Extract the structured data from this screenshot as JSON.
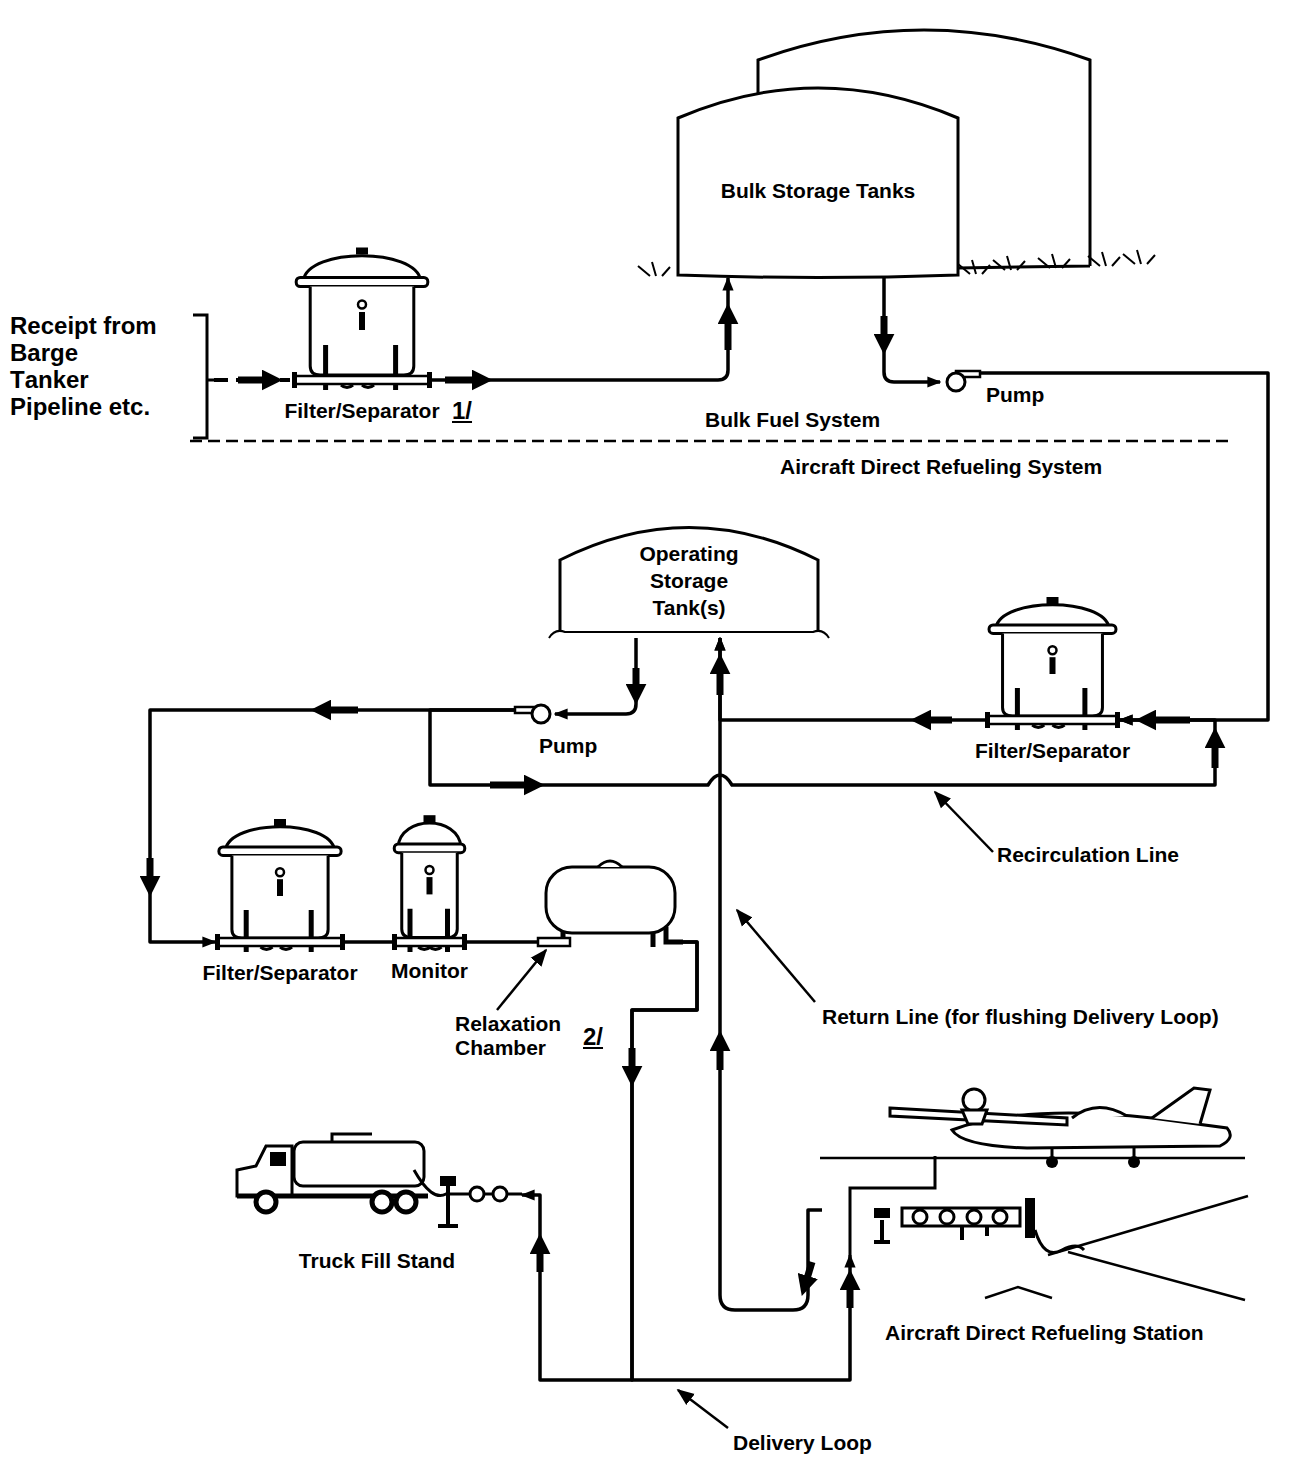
{
  "diagram": {
    "nodes": [
      {
        "text": [
          "Bulk Storage Tanks"
        ]
      },
      {
        "text": [
          "Filter/Separator"
        ]
      },
      {
        "text": [
          "Pump"
        ]
      },
      {
        "text": [
          "Operating Storage Tank(s)"
        ]
      },
      {
        "text": [
          "Filter/Separator"
        ]
      },
      {
        "text": [
          "Pump"
        ]
      },
      {
        "text": [
          "Filter/Separator"
        ]
      },
      {
        "text": [
          "Monitor"
        ]
      },
      {
        "text": [
          "Relaxation Chamber"
        ]
      },
      {
        "text": [
          "Truck Fill Stand"
        ]
      },
      {
        "text": [
          "Aircraft Direct Refueling Station"
        ]
      }
    ],
    "edges": [
      {
        "from": 1,
        "to": 0,
        "arrow": "to"
      },
      {
        "from": 0,
        "to": 2,
        "arrow": "to"
      },
      {
        "from": 2,
        "to": 4,
        "arrow": "to"
      },
      {
        "from": 4,
        "to": 3,
        "arrow": "to"
      },
      {
        "from": 3,
        "to": 5,
        "arrow": "to"
      },
      {
        "from": 5,
        "to": 6,
        "arrow": "to"
      },
      {
        "from": 5,
        "to": 4,
        "arrow": "to"
      },
      {
        "from": 6,
        "to": 7,
        "arrow": "none"
      },
      {
        "from": 7,
        "to": 8,
        "arrow": "none"
      },
      {
        "from": 8,
        "to": 9,
        "arrow": "to"
      },
      {
        "from": 8,
        "to": 10,
        "arrow": "to"
      },
      {
        "from": 10,
        "to": 3,
        "arrow": "to"
      }
    ],
    "labels": [
      "Receipt from Barge Tanker Pipeline etc.",
      "1/",
      "Bulk Fuel System",
      "Aircraft Direct Refueling System",
      "Recirculation Line",
      "Return Line (for flushing Delivery Loop)",
      "2/",
      "Delivery Loop"
    ]
  }
}
